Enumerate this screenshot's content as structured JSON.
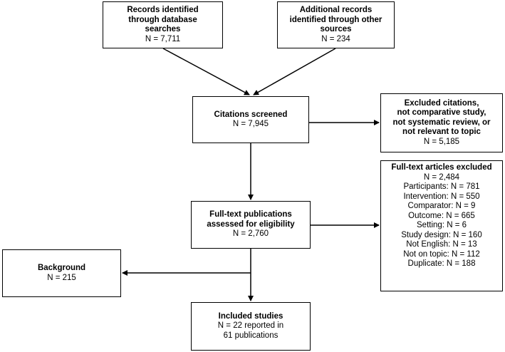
{
  "boxes": {
    "database": {
      "title": "Records identified\nthrough database\nsearches",
      "count": "N = 7,711"
    },
    "other": {
      "title": "Additional records\nidentified through other\nsources",
      "count": "N = 234"
    },
    "screened": {
      "title": "Citations screened",
      "count": "N = 7,945"
    },
    "excluded_citations": {
      "title": "Excluded citations,\nnot comparative study,\nnot systematic review, or\nnot relevant to topic",
      "count": "N = 5,185"
    },
    "fulltext": {
      "title": "Full-text publications\nassessed for eligibility",
      "count": "N = 2,760"
    },
    "fulltext_excluded": {
      "title": "Full-text articles excluded",
      "count": "N = 2,484",
      "reasons": [
        "Participants: N = 781",
        "Intervention: N = 550",
        "Comparator: N = 9",
        "Outcome: N = 665",
        "Setting: N = 6",
        "Study design: N = 160",
        "Not English: N = 13",
        "Not on topic: N = 112",
        "Duplicate: N = 188"
      ]
    },
    "background": {
      "title": "Background",
      "count": "N = 215"
    },
    "included": {
      "title": "Included studies",
      "count": "N = 22 reported in\n61 publications"
    }
  }
}
